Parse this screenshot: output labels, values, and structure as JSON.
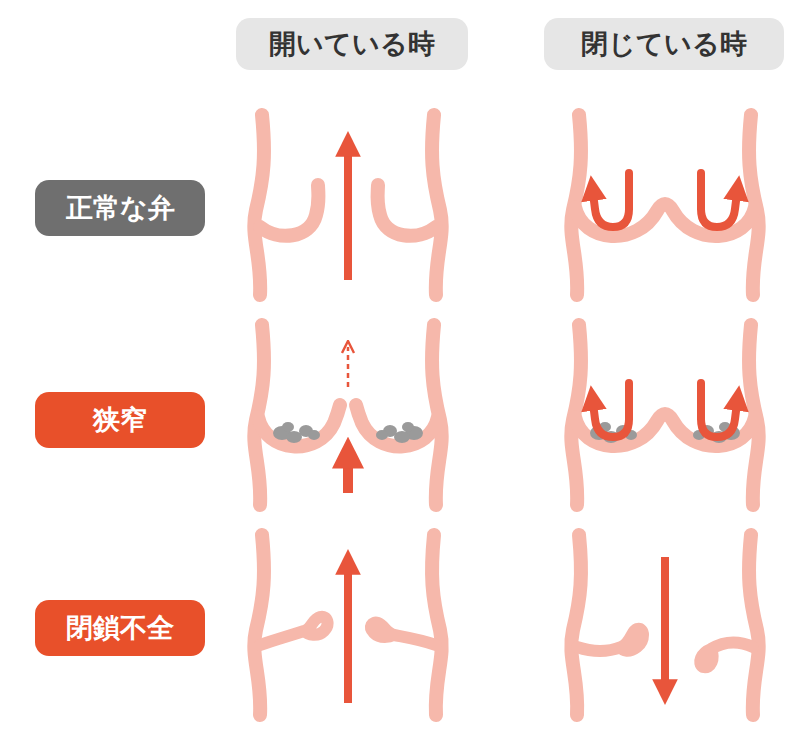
{
  "diagram": {
    "nodes": [
      {
        "text": [
          "開いている時"
        ]
      },
      {
        "text": [
          "閉じている時"
        ]
      },
      {
        "text": [
          "正常な弁"
        ]
      },
      {
        "text": [
          "狭窄"
        ]
      },
      {
        "text": [
          "閉鎖不全"
        ]
      }
    ]
  }
}
